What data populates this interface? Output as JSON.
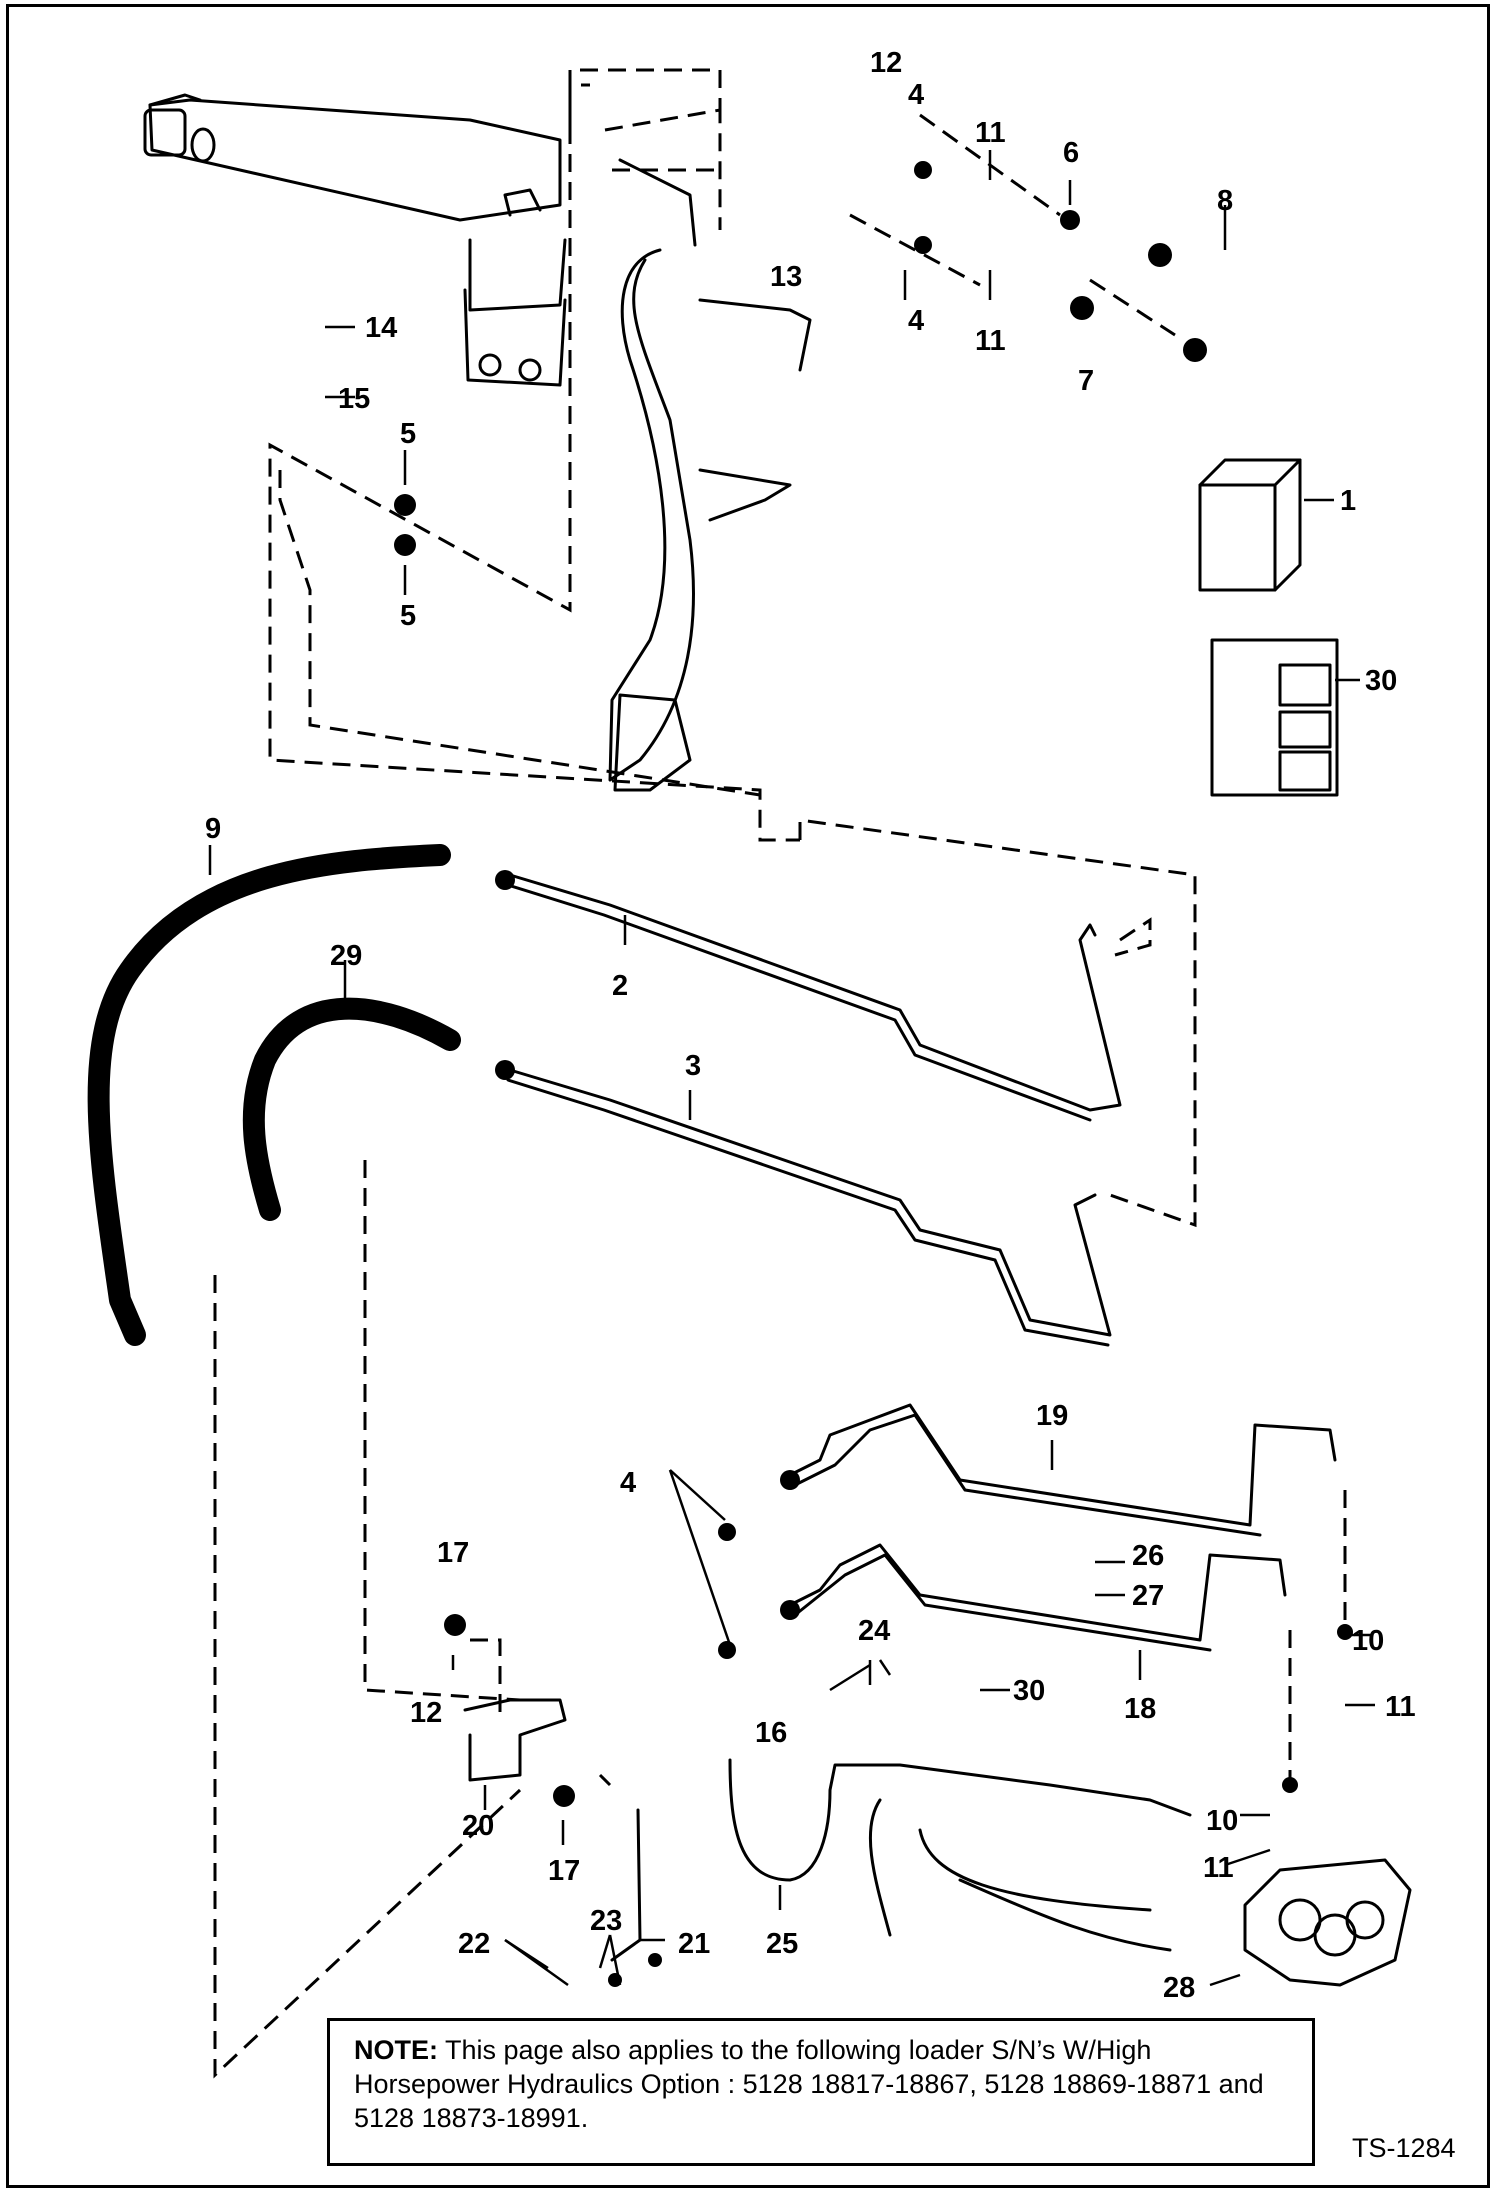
{
  "callouts": [
    "1",
    "2",
    "3",
    "4",
    "4",
    "4",
    "5",
    "5",
    "6",
    "7",
    "8",
    "9",
    "10",
    "10",
    "11",
    "11",
    "11",
    "11",
    "12",
    "12",
    "13",
    "14",
    "15",
    "16",
    "17",
    "17",
    "18",
    "19",
    "20",
    "21",
    "22",
    "23",
    "24",
    "25",
    "26",
    "27",
    "28",
    "29",
    "30",
    "30"
  ],
  "note": {
    "label": "NOTE:",
    "text": " This page also applies to the following loader S/N’s W/High Horsepower Hydraulics Option : 5128 18817-18867, 5128 18869-18871 and 5128 18873-18991."
  },
  "reference_code": "TS-1284"
}
